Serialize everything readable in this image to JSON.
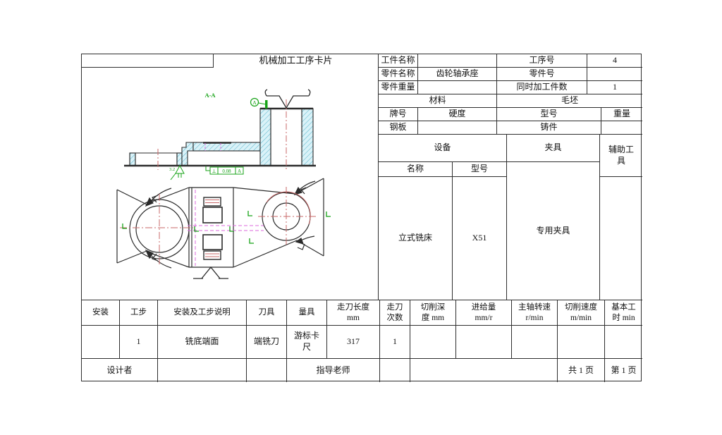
{
  "header": {
    "title": "机械加工工序卡片"
  },
  "info": {
    "workpiece_name_label": "工件名称",
    "process_no_label": "工序号",
    "process_no": "4",
    "part_name_label": "零件名称",
    "part_name": "齿轮轴承座",
    "part_no_label": "零件号",
    "part_weight_label": "零件重量",
    "simultaneous_count_label": "同时加工件数",
    "simultaneous_count": "1",
    "material_label": "材料",
    "blank_stock_label": "毛坯",
    "grade_label": "牌号",
    "hardness_label": "硬度",
    "model_label": "型号",
    "weight_label": "重量",
    "material_grade": "钢板",
    "blank_type": "铸件"
  },
  "equipment": {
    "equipment_label": "设备",
    "fixture_label": "夹具",
    "aux_tool_label": "辅助工\n具",
    "name_label": "名称",
    "model_label": "型号",
    "name": "立式铣床",
    "model": "X51",
    "fixture": "专用夹具"
  },
  "drawing": {
    "section_label": "A-A",
    "datum_label": "A",
    "roughness": "3.2",
    "gdt_symbol": "⊥",
    "gdt_value": "0.08",
    "gdt_datum": "A"
  },
  "process_table": {
    "col_install": "安装",
    "col_step": "工步",
    "col_desc": "安装及工步说明",
    "col_tool": "刀具",
    "col_gauge": "量具",
    "col_length": "走刀长度\nmm",
    "col_passes": "走刀\n次数",
    "col_depth": "切削深\n度 mm",
    "col_feed": "进给量\nmm/r",
    "col_speed": "主轴转速\nr/min",
    "col_cut_speed": "切削速度\nm/min",
    "col_time": "基本工\n时 min",
    "row1": {
      "step": "1",
      "desc": "铣底端面",
      "tool": "端铣刀",
      "gauge": "游标卡\n尺",
      "length": "317",
      "passes": "1"
    }
  },
  "footer": {
    "designer_label": "设计者",
    "advisor_label": "指导老师",
    "total_pages": "共 1 页",
    "current_page": "第 1 页"
  }
}
